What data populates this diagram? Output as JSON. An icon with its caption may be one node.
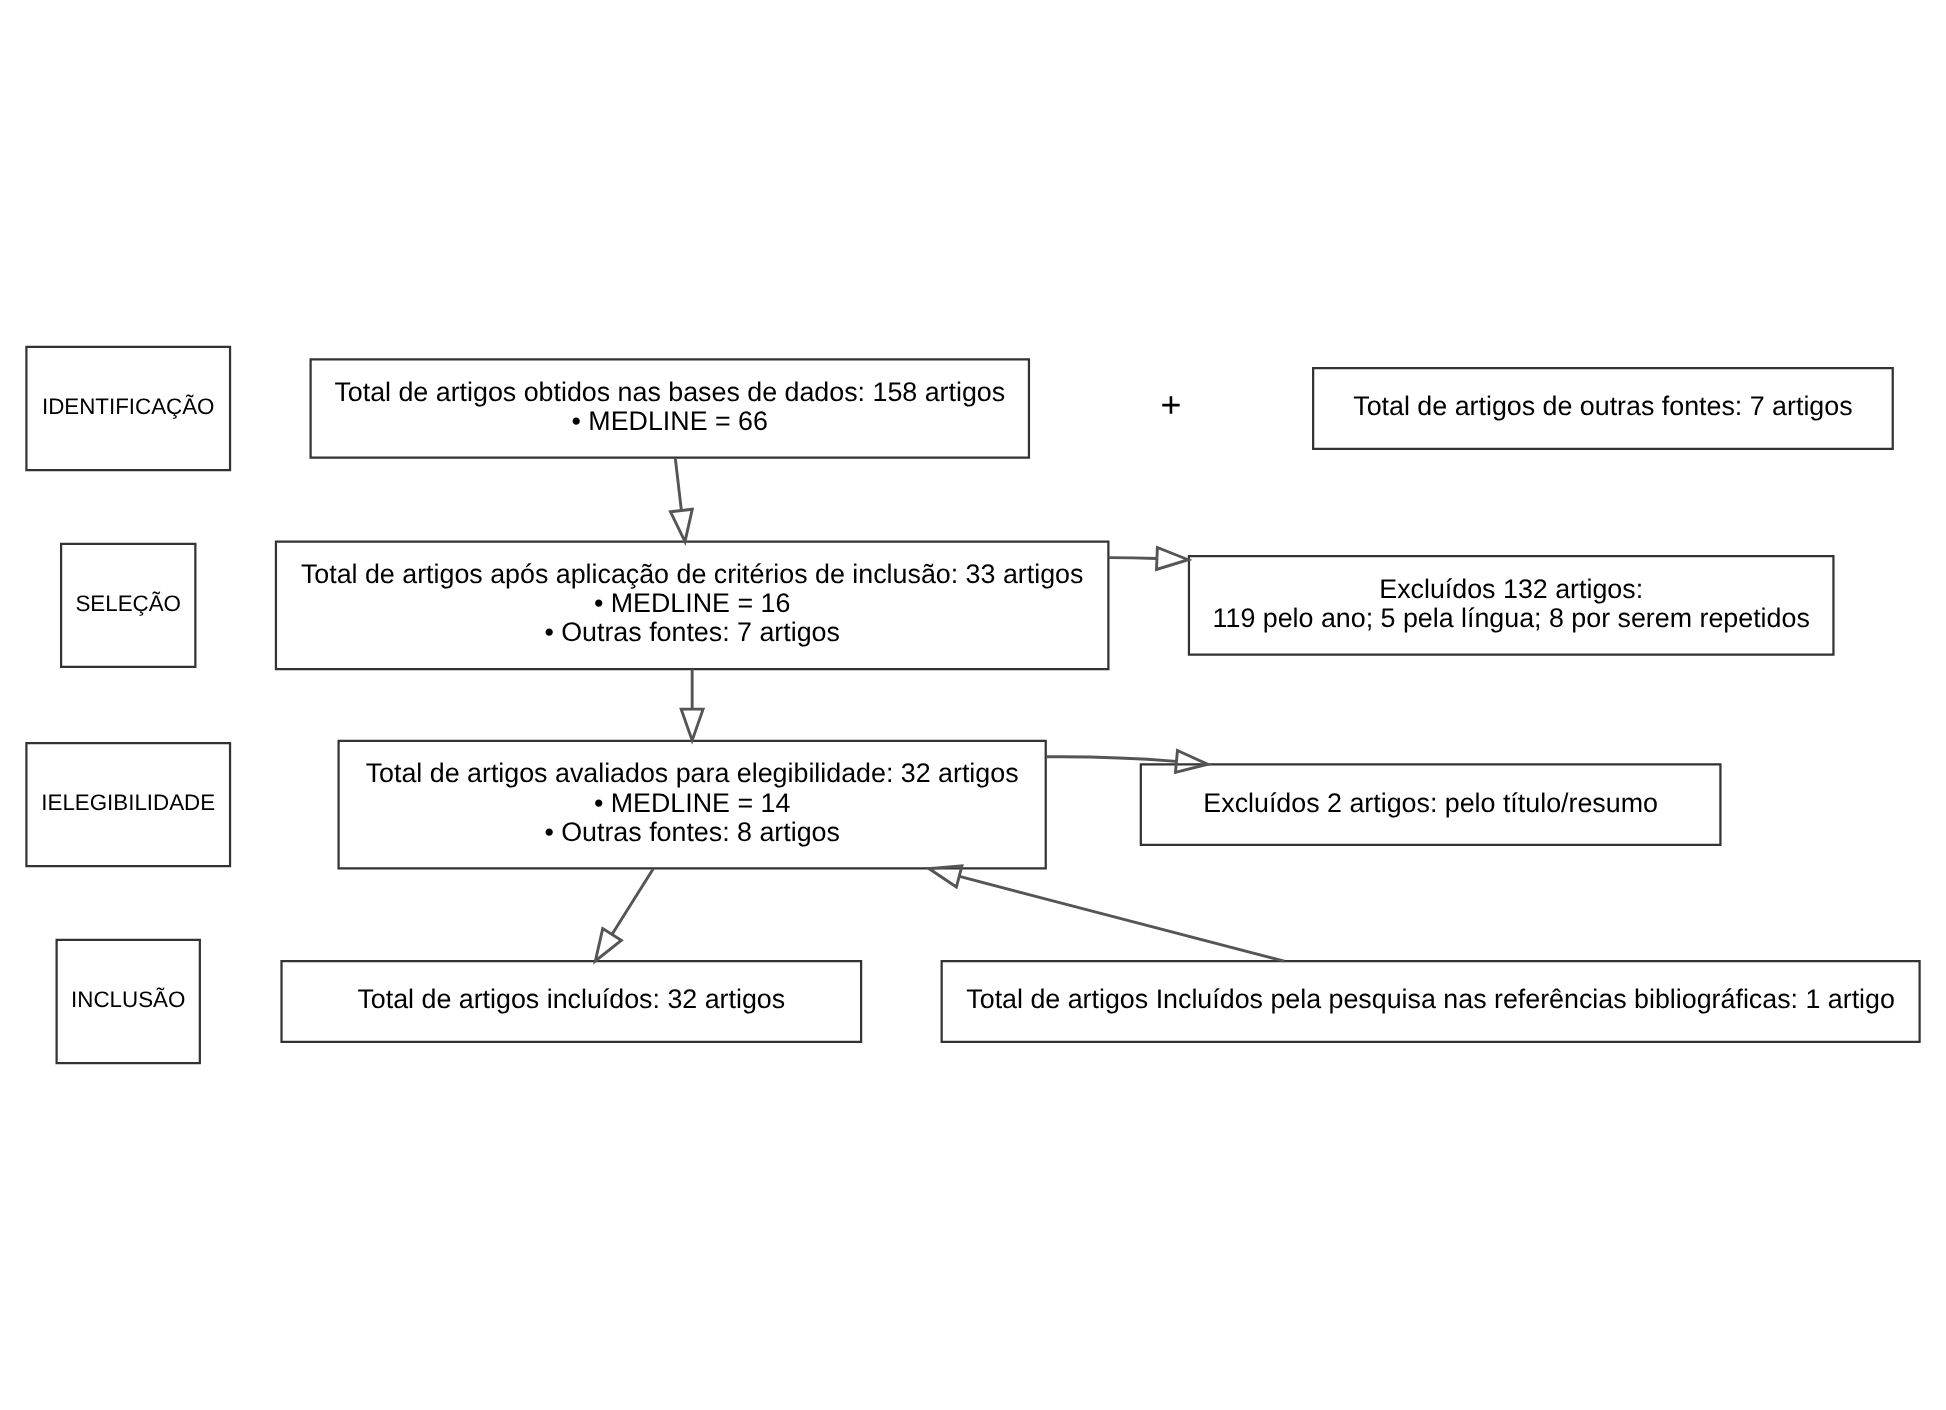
{
  "diagram": {
    "nodes": [
      {
        "text": [
          "IDENTIFICAÇÃO"
        ]
      },
      {
        "text": [
          "Total de artigos obtidos nas bases de dados: 158 artigos",
          "• MEDLINE = 66"
        ]
      },
      {
        "text": [
          "Total de artigos de outras fontes: 7 artigos"
        ]
      },
      {
        "text": [
          "SELEÇÃO"
        ]
      },
      {
        "text": [
          "Total de artigos após aplicação de critérios de inclusão: 33 artigos",
          "• MEDLINE = 16",
          "• Outras fontes: 7 artigos"
        ]
      },
      {
        "text": [
          "Excluídos 132 artigos:",
          "119 pelo ano; 5 pela língua; 8 por serem repetidos"
        ]
      },
      {
        "text": [
          "IELEGIBILIDADE"
        ]
      },
      {
        "text": [
          "Total de artigos avaliados para elegibilidade: 32 artigos",
          "• MEDLINE = 14",
          "• Outras fontes: 8 artigos"
        ]
      },
      {
        "text": [
          "Excluídos 2 artigos: pelo título/resumo"
        ]
      },
      {
        "text": [
          "Total de artigos Incluídos pela pesquisa nas referências bibliográficas: 1 artigo"
        ]
      },
      {
        "text": [
          "INCLUSÃO"
        ]
      },
      {
        "text": [
          "Total de artigos incluídos: 32 artigos"
        ]
      }
    ],
    "edges": [
      {
        "from": 1,
        "to": 4,
        "arrow": "to"
      },
      {
        "from": 4,
        "to": 5,
        "arrow": "to"
      },
      {
        "from": 4,
        "to": 7,
        "arrow": "to"
      },
      {
        "from": 7,
        "to": 8,
        "arrow": "to"
      },
      {
        "from": 9,
        "to": 7,
        "arrow": "to"
      },
      {
        "from": 7,
        "to": 11,
        "arrow": "to"
      }
    ],
    "labels": [
      "+"
    ]
  }
}
